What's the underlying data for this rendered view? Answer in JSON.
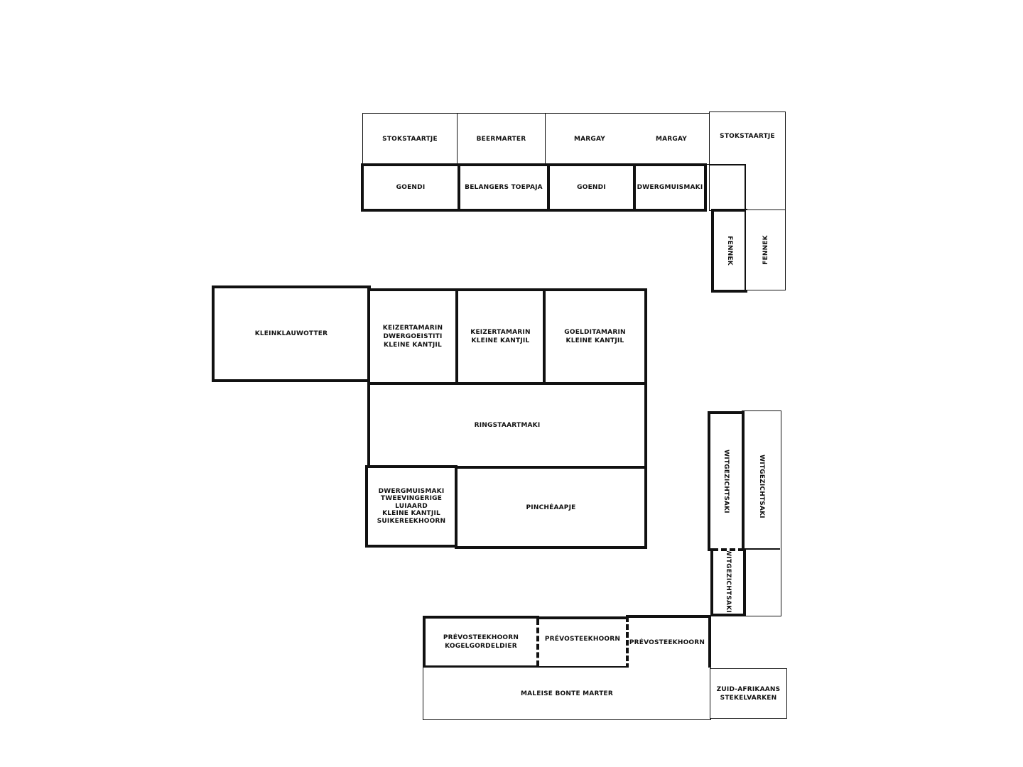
{
  "diagram": {
    "type": "enclosure-floor-plan",
    "enclosures": {
      "top_row1": [
        "Stokstaartje",
        "Beermarter",
        "Margay",
        "Margay"
      ],
      "top_corner": "Stokstaartje",
      "top_row2": [
        "Goendi",
        "Belangers toepaja",
        "Goendi",
        "Dwergmuismaki"
      ],
      "fennek_left": "Fennek",
      "fennek_right": "Fennek",
      "kleinklauwotter": "Kleinklauwotter",
      "mid_a": "Keizertamarin\nDwergoeistiti\nKleine kantjil",
      "mid_b": "Keizertamarin\nKleine kantjil",
      "mid_c": "Goelditamarin\nKleine kantjil",
      "ringstaartmaki": "Ringstaartmaki",
      "bottom_left": "Dwergmuismaki\nTweevingerige luiaard\nKleine kantjil\nSuikereekhoorn",
      "pincheaapje": "Pinchéaapje",
      "saki_left_top": "Witgezichtsaki",
      "saki_right": "Witgezichtsaki",
      "saki_left_bottom": "Witgezichtsaki",
      "prevost_1": "Prévosteekhoorn\nKogelgordeldier",
      "prevost_2": "Prévosteekhoorn",
      "prevost_3": "Prévosteekhoorn",
      "maleise": "Maleise bonte marter",
      "stekelvarken": "Zuid-Afrikaans\nstekelvarken"
    }
  }
}
